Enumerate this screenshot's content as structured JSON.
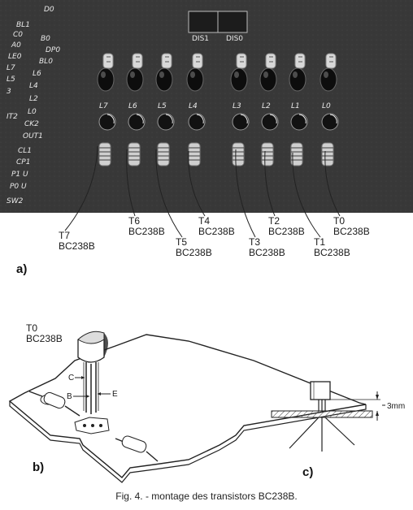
{
  "pcb": {
    "left_labels": [
      "BL1",
      "C0",
      "A0",
      "LE0",
      "L7",
      "L5",
      "3",
      "",
      "IT2",
      "",
      "CL1",
      "CP1",
      "P1 U",
      "P0 U",
      "SW2"
    ],
    "right_labels": [
      "D0",
      "B0",
      "DP0",
      "BL0",
      "L6",
      "L4",
      "L2",
      "L0",
      "CK2",
      "OUT1"
    ],
    "display_labels": [
      "DIS1",
      "DIS0"
    ],
    "led_labels": [
      "L7",
      "L6",
      "L5",
      "L4",
      "L3",
      "L2",
      "L1",
      "L0"
    ]
  },
  "callouts": [
    {
      "t": "T7",
      "p": "BC238B"
    },
    {
      "t": "T6",
      "p": "BC238B"
    },
    {
      "t": "T5",
      "p": "BC238B"
    },
    {
      "t": "T4",
      "p": "BC238B"
    },
    {
      "t": "T3",
      "p": "BC238B"
    },
    {
      "t": "T2",
      "p": "BC238B"
    },
    {
      "t": "T1",
      "p": "BC238B"
    },
    {
      "t": "T0",
      "p": "BC238B"
    }
  ],
  "panels": {
    "a": "a)",
    "b": "b)",
    "c": "c)"
  },
  "drawing_b": {
    "t": "T0",
    "p": "BC238B",
    "pins": [
      "C",
      "B",
      "E"
    ]
  },
  "drawing_c": {
    "dim": "3mm"
  },
  "caption": "Fig. 4. - montage des transistors BC238B."
}
